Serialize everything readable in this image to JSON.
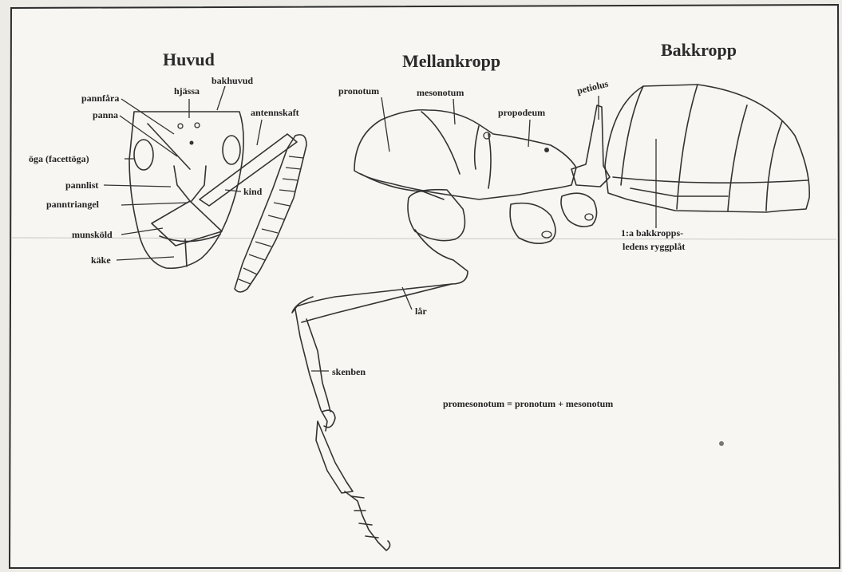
{
  "sections": {
    "head": "Huvud",
    "mesosoma": "Mellankropp",
    "gaster": "Bakkropp"
  },
  "labels": {
    "pannfara": "pannfåra",
    "panna": "panna",
    "hjassa": "hjässa",
    "bakhuvud": "bakhuvud",
    "antennskaft": "antennskaft",
    "oga": "öga (facettöga)",
    "panlist": "pannlist",
    "kind": "kind",
    "panntriangel": "panntriangel",
    "munskold": "munsköld",
    "kake": "käke",
    "pronotum": "pronotum",
    "mesonotum": "mesonotum",
    "propodeum": "propodeum",
    "petiolus": "petiolus",
    "ryggplat_1": "1:a bakkropps-",
    "ryggplat_2": "ledens ryggplåt",
    "lar": "lår",
    "skenben": "skenben",
    "formula": "promesonotum = pronotum + mesonotum"
  }
}
